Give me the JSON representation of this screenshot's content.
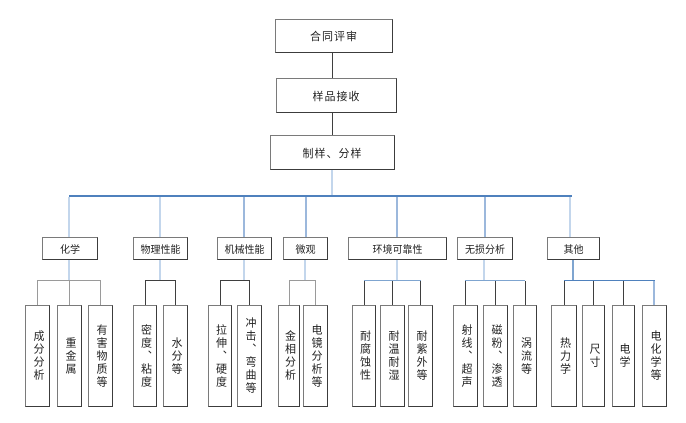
{
  "diagram": {
    "flow_chain": [
      {
        "label": "合同评审"
      },
      {
        "label": "样品接收"
      },
      {
        "label": "制样、分样"
      }
    ],
    "categories": [
      {
        "label": "化学",
        "children": [
          "成分分析",
          "重金属",
          "有害物质等"
        ]
      },
      {
        "label": "物理性能",
        "children": [
          "密度、粘度",
          "水分等"
        ]
      },
      {
        "label": "机械性能",
        "children": [
          "拉伸、硬度",
          "冲击、弯曲等"
        ]
      },
      {
        "label": "微观",
        "children": [
          "金相分析",
          "电镜分析等"
        ]
      },
      {
        "label": "环境可靠性",
        "children": [
          "耐腐蚀性",
          "耐温耐湿",
          "耐紫外等"
        ]
      },
      {
        "label": "无损分析",
        "children": [
          "射线、超声",
          "磁粉、渗透",
          "涡流等"
        ]
      },
      {
        "label": "其他",
        "children": [
          "热力学",
          "尺寸",
          "电学",
          "电化学等"
        ]
      }
    ],
    "colors": {
      "main_connector_blue": "#4f81bd",
      "light_connector_blue": "#c3d6ec",
      "mid_connector_blue": "#9cb8dc",
      "dark_line": "#3f3f3f",
      "gray_line": "#9a9a9a",
      "box_border": "#595959",
      "background": "#ffffff"
    }
  }
}
